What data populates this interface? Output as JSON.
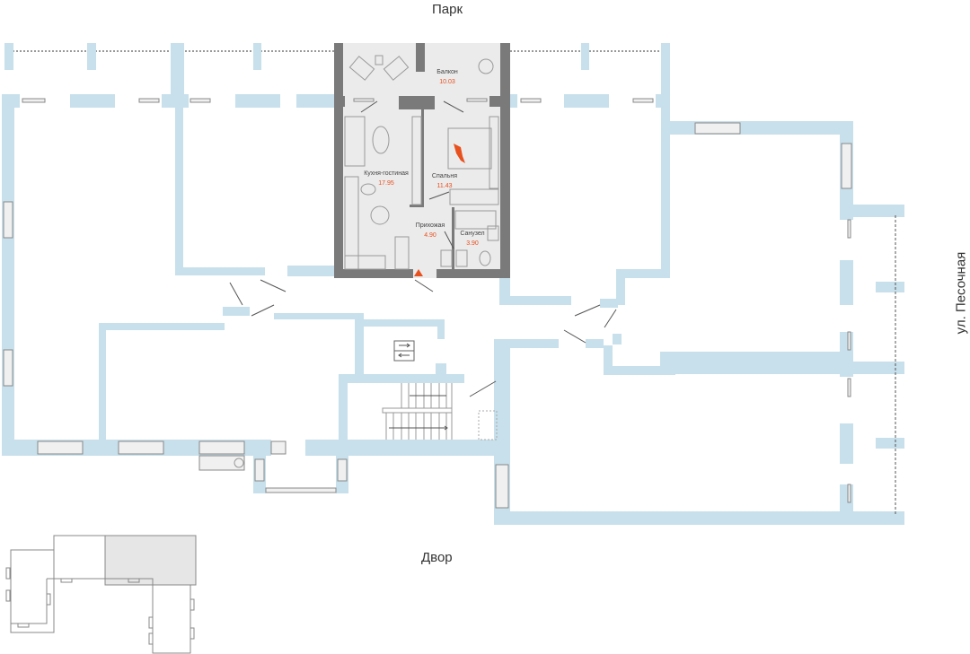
{
  "labels": {
    "north": "Парк",
    "south": "Двор",
    "east": "ул. Песочная"
  },
  "apartment": {
    "highlight_color": "#e8501e",
    "rooms": [
      {
        "name": "Балкон",
        "area": "10.03"
      },
      {
        "name": "Кухня-гостиная",
        "area": "17.95"
      },
      {
        "name": "Спальня",
        "area": "11.43"
      },
      {
        "name": "Прихожая",
        "area": "4.90"
      },
      {
        "name": "Санузел",
        "area": "3.90"
      }
    ]
  },
  "colors": {
    "walls": "#c7e0eb",
    "apartment_walls": "#7a7a7a",
    "apartment_floor": "#ebebeb"
  }
}
